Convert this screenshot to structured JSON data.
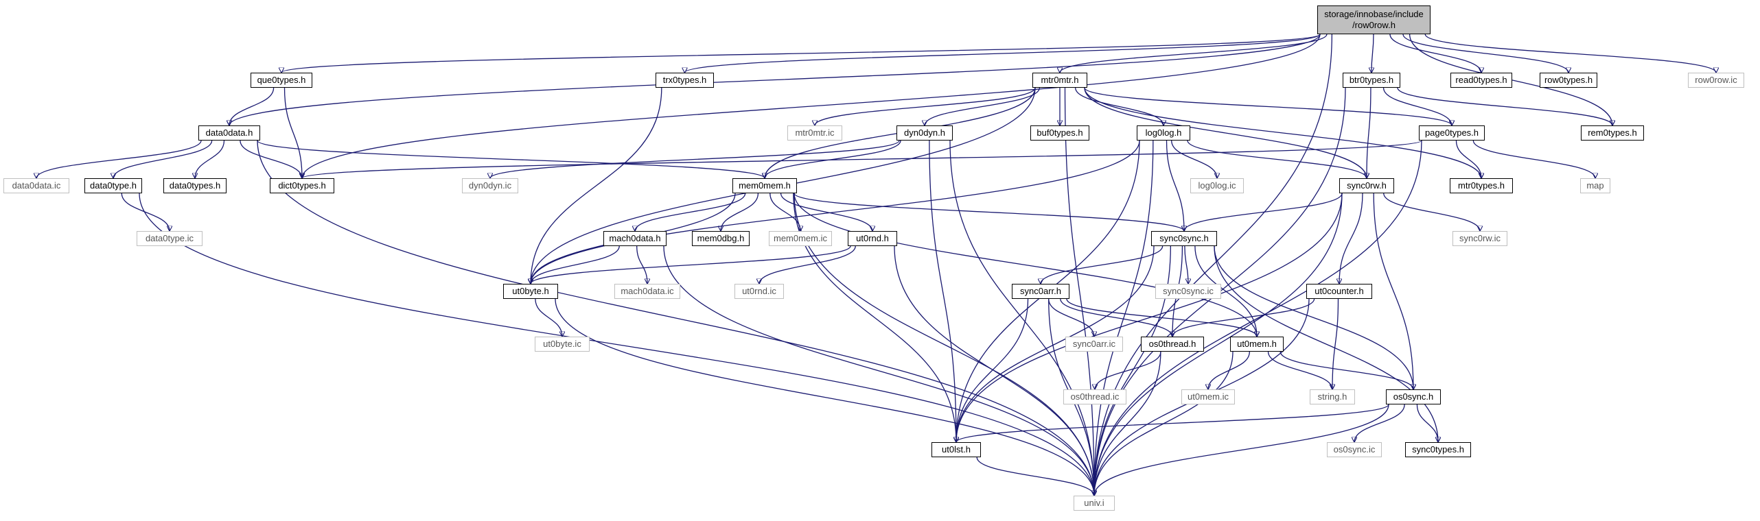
{
  "diagram": {
    "edge_color": "#191970",
    "root_fill": "#bfbfbf",
    "external_border": "#bfbfbf",
    "nodes": [
      {
        "id": "row0row_h",
        "label": "storage/innobase/include\n/row0row.h",
        "kind": "root"
      },
      {
        "id": "que0types_h",
        "label": "que0types.h",
        "kind": "file"
      },
      {
        "id": "trx0types_h",
        "label": "trx0types.h",
        "kind": "file"
      },
      {
        "id": "mtr0mtr_h",
        "label": "mtr0mtr.h",
        "kind": "file"
      },
      {
        "id": "btr0types_h",
        "label": "btr0types.h",
        "kind": "file"
      },
      {
        "id": "read0types_h",
        "label": "read0types.h",
        "kind": "file"
      },
      {
        "id": "row0types_h",
        "label": "row0types.h",
        "kind": "file"
      },
      {
        "id": "row0row_ic",
        "label": "row0row.ic",
        "kind": "external"
      },
      {
        "id": "data0data_h",
        "label": "data0data.h",
        "kind": "file"
      },
      {
        "id": "mtr0mtr_ic",
        "label": "mtr0mtr.ic",
        "kind": "external"
      },
      {
        "id": "dyn0dyn_h",
        "label": "dyn0dyn.h",
        "kind": "file"
      },
      {
        "id": "buf0types_h",
        "label": "buf0types.h",
        "kind": "file"
      },
      {
        "id": "log0log_h",
        "label": "log0log.h",
        "kind": "file"
      },
      {
        "id": "page0types_h",
        "label": "page0types.h",
        "kind": "file"
      },
      {
        "id": "rem0types_h",
        "label": "rem0types.h",
        "kind": "file"
      },
      {
        "id": "data0data_ic",
        "label": "data0data.ic",
        "kind": "external"
      },
      {
        "id": "data0type_h",
        "label": "data0type.h",
        "kind": "file"
      },
      {
        "id": "data0types_h",
        "label": "data0types.h",
        "kind": "file"
      },
      {
        "id": "dict0types_h",
        "label": "dict0types.h",
        "kind": "file"
      },
      {
        "id": "dyn0dyn_ic",
        "label": "dyn0dyn.ic",
        "kind": "external"
      },
      {
        "id": "mem0mem_h",
        "label": "mem0mem.h",
        "kind": "file"
      },
      {
        "id": "log0log_ic",
        "label": "log0log.ic",
        "kind": "external"
      },
      {
        "id": "sync0rw_h",
        "label": "sync0rw.h",
        "kind": "file"
      },
      {
        "id": "mtr0types_h",
        "label": "mtr0types.h",
        "kind": "file"
      },
      {
        "id": "map",
        "label": "map",
        "kind": "external"
      },
      {
        "id": "data0type_ic",
        "label": "data0type.ic",
        "kind": "external"
      },
      {
        "id": "mach0data_h",
        "label": "mach0data.h",
        "kind": "file"
      },
      {
        "id": "mem0dbg_h",
        "label": "mem0dbg.h",
        "kind": "file"
      },
      {
        "id": "mem0mem_ic",
        "label": "mem0mem.ic",
        "kind": "external"
      },
      {
        "id": "ut0rnd_h",
        "label": "ut0rnd.h",
        "kind": "file"
      },
      {
        "id": "sync0sync_h",
        "label": "sync0sync.h",
        "kind": "file"
      },
      {
        "id": "sync0rw_ic",
        "label": "sync0rw.ic",
        "kind": "external"
      },
      {
        "id": "ut0byte_h",
        "label": "ut0byte.h",
        "kind": "file"
      },
      {
        "id": "mach0data_ic",
        "label": "mach0data.ic",
        "kind": "external"
      },
      {
        "id": "ut0rnd_ic",
        "label": "ut0rnd.ic",
        "kind": "external"
      },
      {
        "id": "sync0arr_h",
        "label": "sync0arr.h",
        "kind": "file"
      },
      {
        "id": "sync0sync_ic",
        "label": "sync0sync.ic",
        "kind": "external"
      },
      {
        "id": "ut0counter_h",
        "label": "ut0counter.h",
        "kind": "file"
      },
      {
        "id": "ut0byte_ic",
        "label": "ut0byte.ic",
        "kind": "external"
      },
      {
        "id": "sync0arr_ic",
        "label": "sync0arr.ic",
        "kind": "external"
      },
      {
        "id": "os0thread_h",
        "label": "os0thread.h",
        "kind": "file"
      },
      {
        "id": "ut0mem_h",
        "label": "ut0mem.h",
        "kind": "file"
      },
      {
        "id": "os0thread_ic",
        "label": "os0thread.ic",
        "kind": "external"
      },
      {
        "id": "ut0mem_ic",
        "label": "ut0mem.ic",
        "kind": "external"
      },
      {
        "id": "string_h",
        "label": "string.h",
        "kind": "external"
      },
      {
        "id": "os0sync_h",
        "label": "os0sync.h",
        "kind": "file"
      },
      {
        "id": "ut0lst_h",
        "label": "ut0lst.h",
        "kind": "file"
      },
      {
        "id": "os0sync_ic",
        "label": "os0sync.ic",
        "kind": "external"
      },
      {
        "id": "sync0types_h",
        "label": "sync0types.h",
        "kind": "file"
      },
      {
        "id": "univ_i",
        "label": "univ.i",
        "kind": "external"
      }
    ],
    "edges": [
      [
        "row0row_h",
        "que0types_h"
      ],
      [
        "row0row_h",
        "trx0types_h"
      ],
      [
        "row0row_h",
        "mtr0mtr_h"
      ],
      [
        "row0row_h",
        "btr0types_h"
      ],
      [
        "row0row_h",
        "read0types_h"
      ],
      [
        "row0row_h",
        "row0types_h"
      ],
      [
        "row0row_h",
        "row0row_ic"
      ],
      [
        "row0row_h",
        "data0data_h"
      ],
      [
        "row0row_h",
        "dict0types_h"
      ],
      [
        "row0row_h",
        "rem0types_h"
      ],
      [
        "row0row_h",
        "univ_i"
      ],
      [
        "que0types_h",
        "data0data_h"
      ],
      [
        "que0types_h",
        "dict0types_h"
      ],
      [
        "trx0types_h",
        "ut0byte_h"
      ],
      [
        "mtr0mtr_h",
        "mtr0mtr_ic"
      ],
      [
        "mtr0mtr_h",
        "dyn0dyn_h"
      ],
      [
        "mtr0mtr_h",
        "buf0types_h"
      ],
      [
        "mtr0mtr_h",
        "log0log_h"
      ],
      [
        "mtr0mtr_h",
        "page0types_h"
      ],
      [
        "mtr0mtr_h",
        "mem0mem_h"
      ],
      [
        "mtr0mtr_h",
        "sync0rw_h"
      ],
      [
        "mtr0mtr_h",
        "mtr0types_h"
      ],
      [
        "mtr0mtr_h",
        "ut0byte_h"
      ],
      [
        "mtr0mtr_h",
        "univ_i"
      ],
      [
        "btr0types_h",
        "page0types_h"
      ],
      [
        "btr0types_h",
        "rem0types_h"
      ],
      [
        "btr0types_h",
        "sync0rw_h"
      ],
      [
        "btr0types_h",
        "univ_i"
      ],
      [
        "data0data_h",
        "data0data_ic"
      ],
      [
        "data0data_h",
        "data0type_h"
      ],
      [
        "data0data_h",
        "data0types_h"
      ],
      [
        "data0data_h",
        "dict0types_h"
      ],
      [
        "data0data_h",
        "mem0mem_h"
      ],
      [
        "data0data_h",
        "univ_i"
      ],
      [
        "dyn0dyn_h",
        "dyn0dyn_ic"
      ],
      [
        "dyn0dyn_h",
        "mem0mem_h"
      ],
      [
        "dyn0dyn_h",
        "ut0lst_h"
      ],
      [
        "dyn0dyn_h",
        "univ_i"
      ],
      [
        "log0log_h",
        "log0log_ic"
      ],
      [
        "log0log_h",
        "sync0sync_h"
      ],
      [
        "log0log_h",
        "sync0rw_h"
      ],
      [
        "log0log_h",
        "ut0byte_h"
      ],
      [
        "log0log_h",
        "ut0lst_h"
      ],
      [
        "log0log_h",
        "univ_i"
      ],
      [
        "page0types_h",
        "dict0types_h"
      ],
      [
        "page0types_h",
        "mtr0types_h"
      ],
      [
        "page0types_h",
        "map"
      ],
      [
        "page0types_h",
        "univ_i"
      ],
      [
        "data0type_h",
        "data0type_ic"
      ],
      [
        "data0type_h",
        "univ_i"
      ],
      [
        "mem0mem_h",
        "mach0data_h"
      ],
      [
        "mem0mem_h",
        "mem0dbg_h"
      ],
      [
        "mem0mem_h",
        "mem0mem_ic"
      ],
      [
        "mem0mem_h",
        "ut0rnd_h"
      ],
      [
        "mem0mem_h",
        "sync0sync_h"
      ],
      [
        "mem0mem_h",
        "ut0byte_h"
      ],
      [
        "mem0mem_h",
        "ut0mem_h"
      ],
      [
        "mem0mem_h",
        "ut0lst_h"
      ],
      [
        "mem0mem_h",
        "univ_i"
      ],
      [
        "sync0rw_h",
        "sync0rw_ic"
      ],
      [
        "sync0rw_h",
        "sync0sync_h"
      ],
      [
        "sync0rw_h",
        "ut0counter_h"
      ],
      [
        "sync0rw_h",
        "os0sync_h"
      ],
      [
        "sync0rw_h",
        "ut0lst_h"
      ],
      [
        "sync0rw_h",
        "univ_i"
      ],
      [
        "mach0data_h",
        "mach0data_ic"
      ],
      [
        "mach0data_h",
        "ut0byte_h"
      ],
      [
        "mach0data_h",
        "univ_i"
      ],
      [
        "ut0rnd_h",
        "ut0rnd_ic"
      ],
      [
        "ut0rnd_h",
        "ut0byte_h"
      ],
      [
        "ut0rnd_h",
        "univ_i"
      ],
      [
        "sync0sync_h",
        "sync0arr_h"
      ],
      [
        "sync0sync_h",
        "sync0sync_ic"
      ],
      [
        "sync0sync_h",
        "os0thread_h"
      ],
      [
        "sync0sync_h",
        "ut0mem_h"
      ],
      [
        "sync0sync_h",
        "os0sync_h"
      ],
      [
        "sync0sync_h",
        "sync0types_h"
      ],
      [
        "sync0sync_h",
        "ut0lst_h"
      ],
      [
        "sync0sync_h",
        "univ_i"
      ],
      [
        "ut0byte_h",
        "ut0byte_ic"
      ],
      [
        "ut0byte_h",
        "univ_i"
      ],
      [
        "sync0arr_h",
        "sync0arr_ic"
      ],
      [
        "sync0arr_h",
        "os0thread_h"
      ],
      [
        "sync0arr_h",
        "ut0mem_h"
      ],
      [
        "sync0arr_h",
        "ut0lst_h"
      ],
      [
        "sync0arr_h",
        "univ_i"
      ],
      [
        "ut0counter_h",
        "os0thread_h"
      ],
      [
        "ut0counter_h",
        "string_h"
      ],
      [
        "ut0counter_h",
        "univ_i"
      ],
      [
        "os0thread_h",
        "os0thread_ic"
      ],
      [
        "os0thread_h",
        "univ_i"
      ],
      [
        "ut0mem_h",
        "ut0mem_ic"
      ],
      [
        "ut0mem_h",
        "string_h"
      ],
      [
        "ut0mem_h",
        "os0sync_h"
      ],
      [
        "ut0mem_h",
        "univ_i"
      ],
      [
        "os0sync_h",
        "os0sync_ic"
      ],
      [
        "os0sync_h",
        "sync0types_h"
      ],
      [
        "os0sync_h",
        "ut0lst_h"
      ],
      [
        "os0sync_h",
        "univ_i"
      ],
      [
        "ut0lst_h",
        "univ_i"
      ]
    ]
  }
}
